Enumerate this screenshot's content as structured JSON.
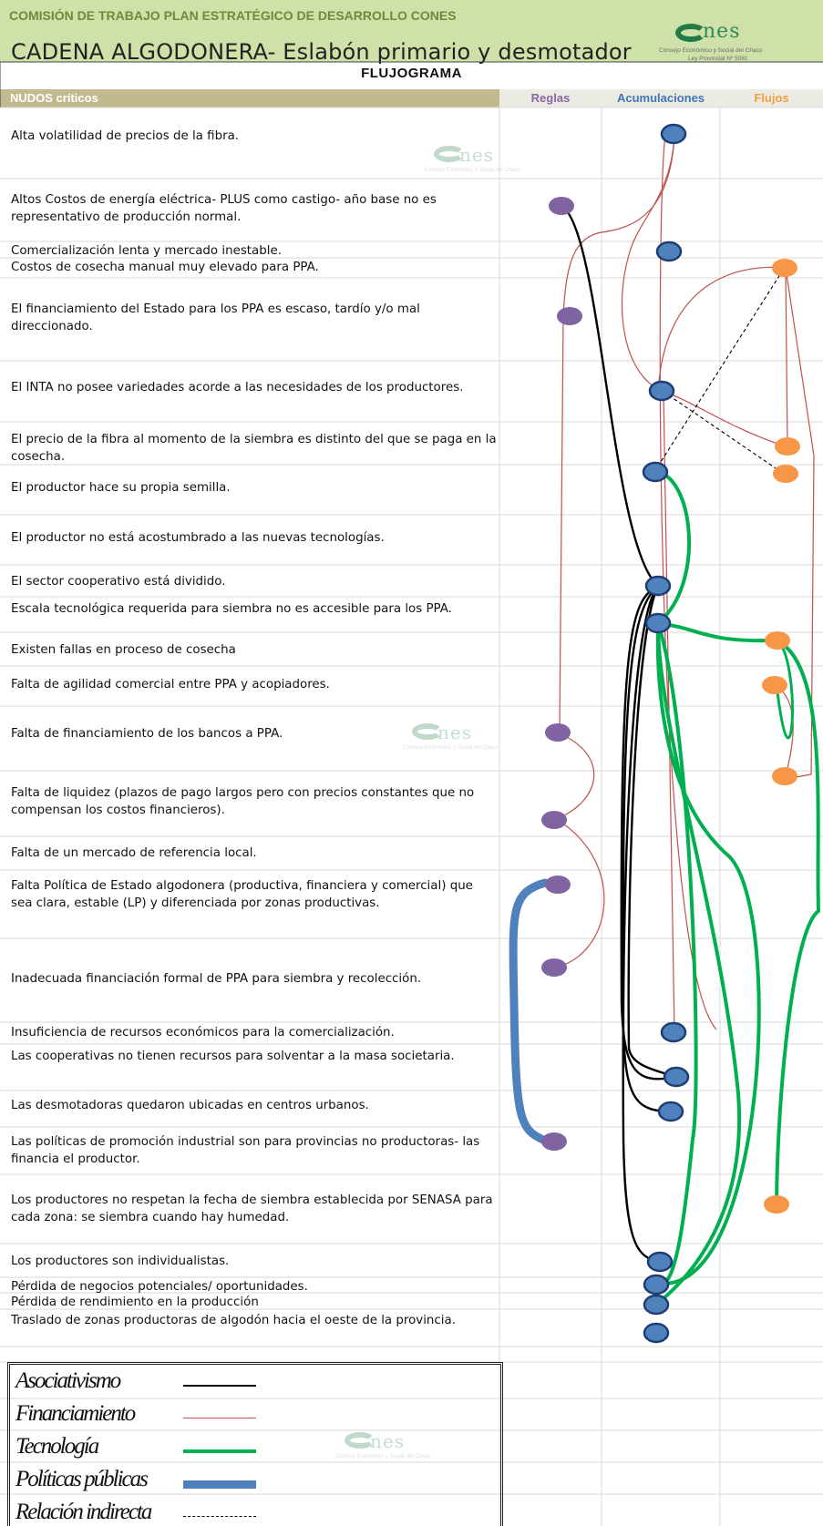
{
  "header": {
    "org_title": "COMISIÓN DE TRABAJO PLAN ESTRATÉGICO DE DESARROLLO CONES",
    "title": "CADENA ALGODONERA- Eslabón primario y desmotador",
    "logo_word": "nes",
    "logo_line1": "Consejo Económico y Social del Chaco",
    "logo_line2": "Ley Provincial Nº 5081"
  },
  "diagram_title": "FLUJOGRAMA",
  "columns": {
    "nudos": "NUDOS críticos",
    "reglas": "Reglas",
    "acumulaciones": "Acumulaciones",
    "flujos": "Flujos"
  },
  "nudos": [
    "Alta volatilidad de precios de la fibra.",
    "Altos Costos  de  energía eléctrica- PLUS como castigo- año base no es representativo de producción normal.",
    "Comercialización lenta y mercado inestable.",
    "Costos de cosecha manual muy elevado para PPA.",
    "El financiamiento del Estado para los PPA es escaso, tardío y/o  mal direccionado.",
    "El INTA no posee variedades acorde a las necesidades de los productores.",
    "El precio de la fibra  al momento de la siembra es distinto del que se paga en la cosecha.",
    "El productor hace su propia semilla.",
    "El productor no está acostumbrado a las nuevas tecnologías.",
    "El sector cooperativo está dividido.",
    "Escala tecnológica requerida para siembra no es accesible para los PPA.",
    "Existen fallas en  proceso de cosecha",
    "Falta de agilidad comercial entre PPA y acopiadores.",
    "Falta de financiamiento de los bancos a PPA.",
    "Falta de liquidez (plazos de pago largos pero con precios constantes que no compensan los costos financieros).",
    "Falta de un mercado de referencia local.",
    "Falta Política de Estado algodonera (productiva, financiera y comercial) que sea clara, estable (LP) y diferenciada por zonas productivas.",
    "Inadecuada financiación  formal  de PPA para siembra y recolección.",
    "Insuficiencia de recursos económicos para la comercialización.",
    "Las cooperativas no tienen recursos para solventar a la masa societaria.",
    "Las desmotadoras quedaron ubicadas en centros urbanos.",
    "Las políticas de promoción industrial son para provincias no productoras- las financia el productor.",
    "Los productores no respetan la fecha de siembra establecida por SENASA para cada zona: se siembra cuando hay humedad.",
    "Los productores son individualistas.",
    "Pérdida de negocios potenciales/ oportunidades.",
    "Pérdida de rendimiento en la producción",
    "Traslado de zonas productoras de algodón hacia el oeste de la provincia."
  ],
  "legend": [
    {
      "label": "Asociativismo",
      "color": "#000000",
      "style": "solid-thin"
    },
    {
      "label": "Financiamiento",
      "color": "#c0504d",
      "style": "solid-hairline"
    },
    {
      "label": "Tecnología",
      "color": "#00b050",
      "style": "solid-medium"
    },
    {
      "label": "Políticas públicas",
      "color": "#4f81bd",
      "style": "solid-thick"
    },
    {
      "label": "Relación indirecta",
      "color": "#000000",
      "style": "dashed"
    }
  ],
  "colors": {
    "reglas": "#8064a2",
    "acumulaciones": "#4f81bd",
    "flujos": "#f79646",
    "header_bg": "#d7e4bc",
    "nudos_header_bg": "#c4bd97"
  }
}
